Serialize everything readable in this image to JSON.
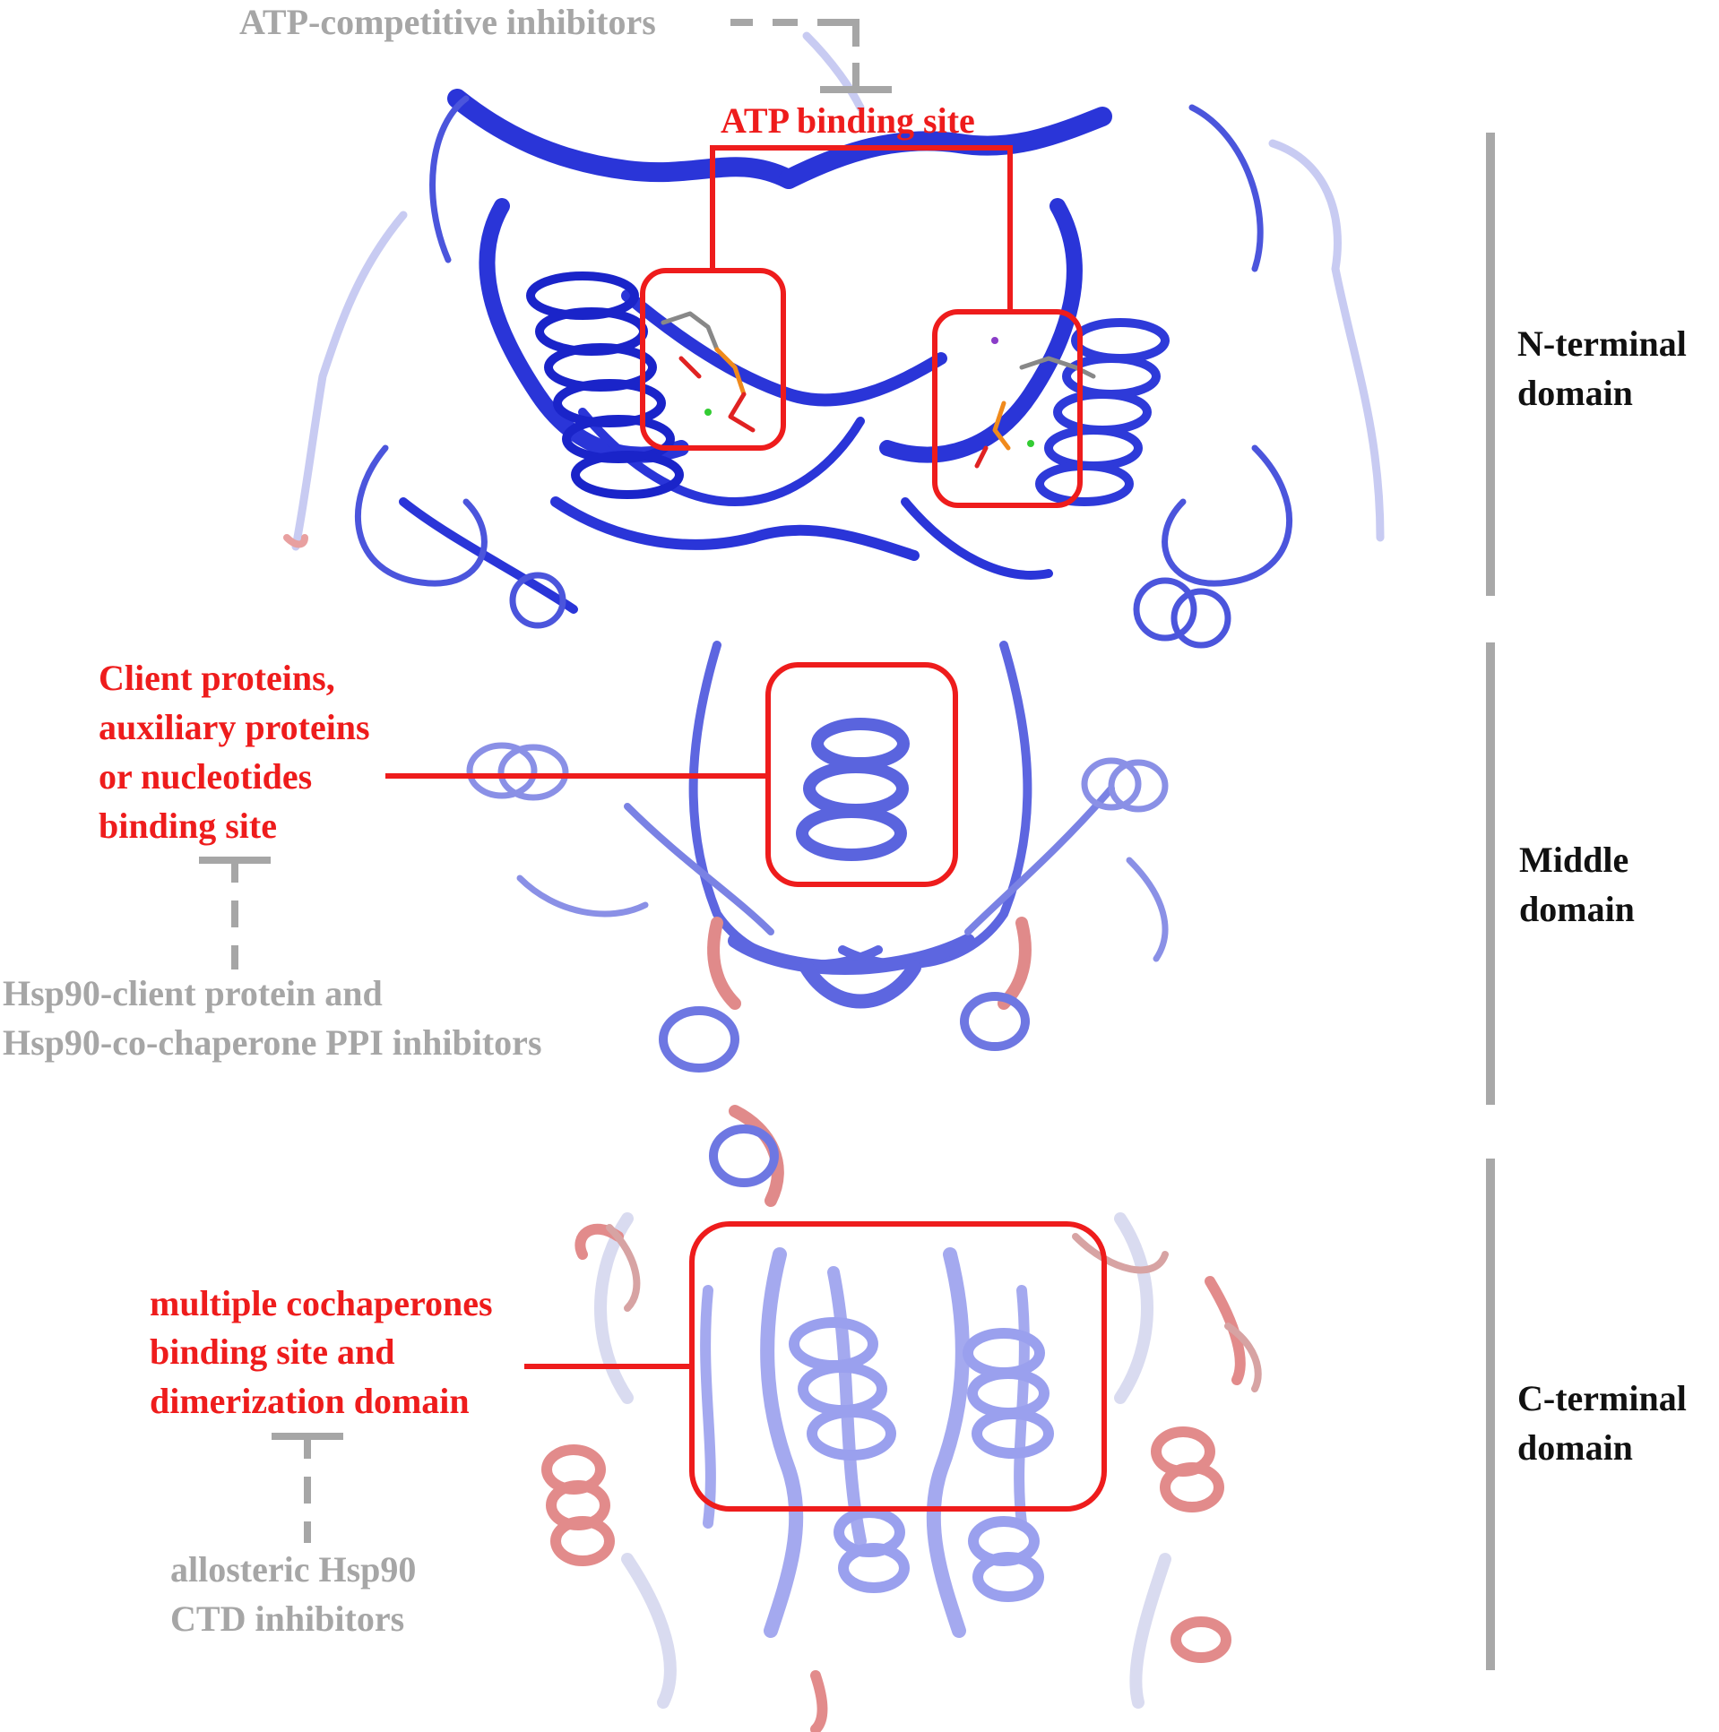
{
  "colors": {
    "annotation_red": "#ee1c1c",
    "inhibitor_gray": "#a6a6a6",
    "domain_black": "#111111",
    "domain_bar": "#a8a8a8",
    "ribbon_blue_dark": "#1f2ad6",
    "ribbon_blue_mid": "#5f68e0",
    "ribbon_blue_light": "#9aa0ee",
    "ribbon_white": "#e6e7f5",
    "ribbon_salmon": "#e59393"
  },
  "inhibitors": {
    "atp_competitive": "ATP-competitive inhibitors",
    "ppi_line1": "Hsp90-client protein and",
    "ppi_line2": "Hsp90-co-chaperone PPI inhibitors",
    "ctd_line1": "allosteric Hsp90",
    "ctd_line2": "CTD inhibitors"
  },
  "sites": {
    "atp": "ATP binding site",
    "client_line1": "Client proteins,",
    "client_line2": "auxiliary proteins",
    "client_line3": "or nucleotides",
    "client_line4": "binding site",
    "ctd_line1": "multiple cochaperones",
    "ctd_line2": "binding site and",
    "ctd_line3": "dimerization domain"
  },
  "domains": {
    "n_line1": "N-terminal",
    "n_line2": "domain",
    "m_line1": "Middle",
    "m_line2": "domain",
    "c_line1": "C-terminal",
    "c_line2": "domain"
  }
}
